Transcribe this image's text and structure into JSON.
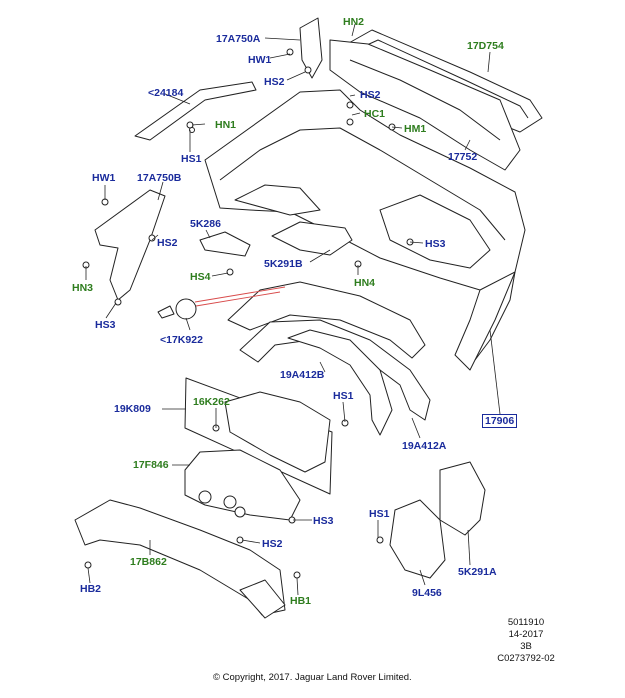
{
  "labels": {
    "hn2_top": "HN2",
    "p17a750a": "17A750A",
    "hw1_top": "HW1",
    "hs2_top": "HS2",
    "p17d754": "17D754",
    "p24184": "<24184",
    "hn1": "HN1",
    "hs1_left": "HS1",
    "hs2_mid": "HS2",
    "hc1": "HC1",
    "hm1": "HM1",
    "p17752": "17752",
    "hw1_left": "HW1",
    "p17a750b": "17A750B",
    "p5k286": "5K286",
    "hs2_left": "HS2",
    "hs3_right": "HS3",
    "p5k291b": "5K291B",
    "hs4": "HS4",
    "hn3": "HN3",
    "hn4": "HN4",
    "hs3_left": "HS3",
    "p17k922": "<17K922",
    "p19a412b": "19A412B",
    "p19k809": "19K809",
    "p16k262": "16K262",
    "hs1_mid": "HS1",
    "p17906": "17906",
    "p19a412a": "19A412A",
    "p17f846": "17F846",
    "hs1_right": "HS1",
    "hs3_bottom": "HS3",
    "hs2_bottom": "HS2",
    "p17b862": "17B862",
    "p5k291a": "5K291A",
    "hb2": "HB2",
    "hb1": "HB1",
    "p9l456": "9L456"
  },
  "meta": {
    "line1": "5011910",
    "line2": "14-2017",
    "line3": "3B",
    "line4": "C0273792-02"
  },
  "copyright": "© Copyright, 2017. Jaguar Land Rover Limited."
}
